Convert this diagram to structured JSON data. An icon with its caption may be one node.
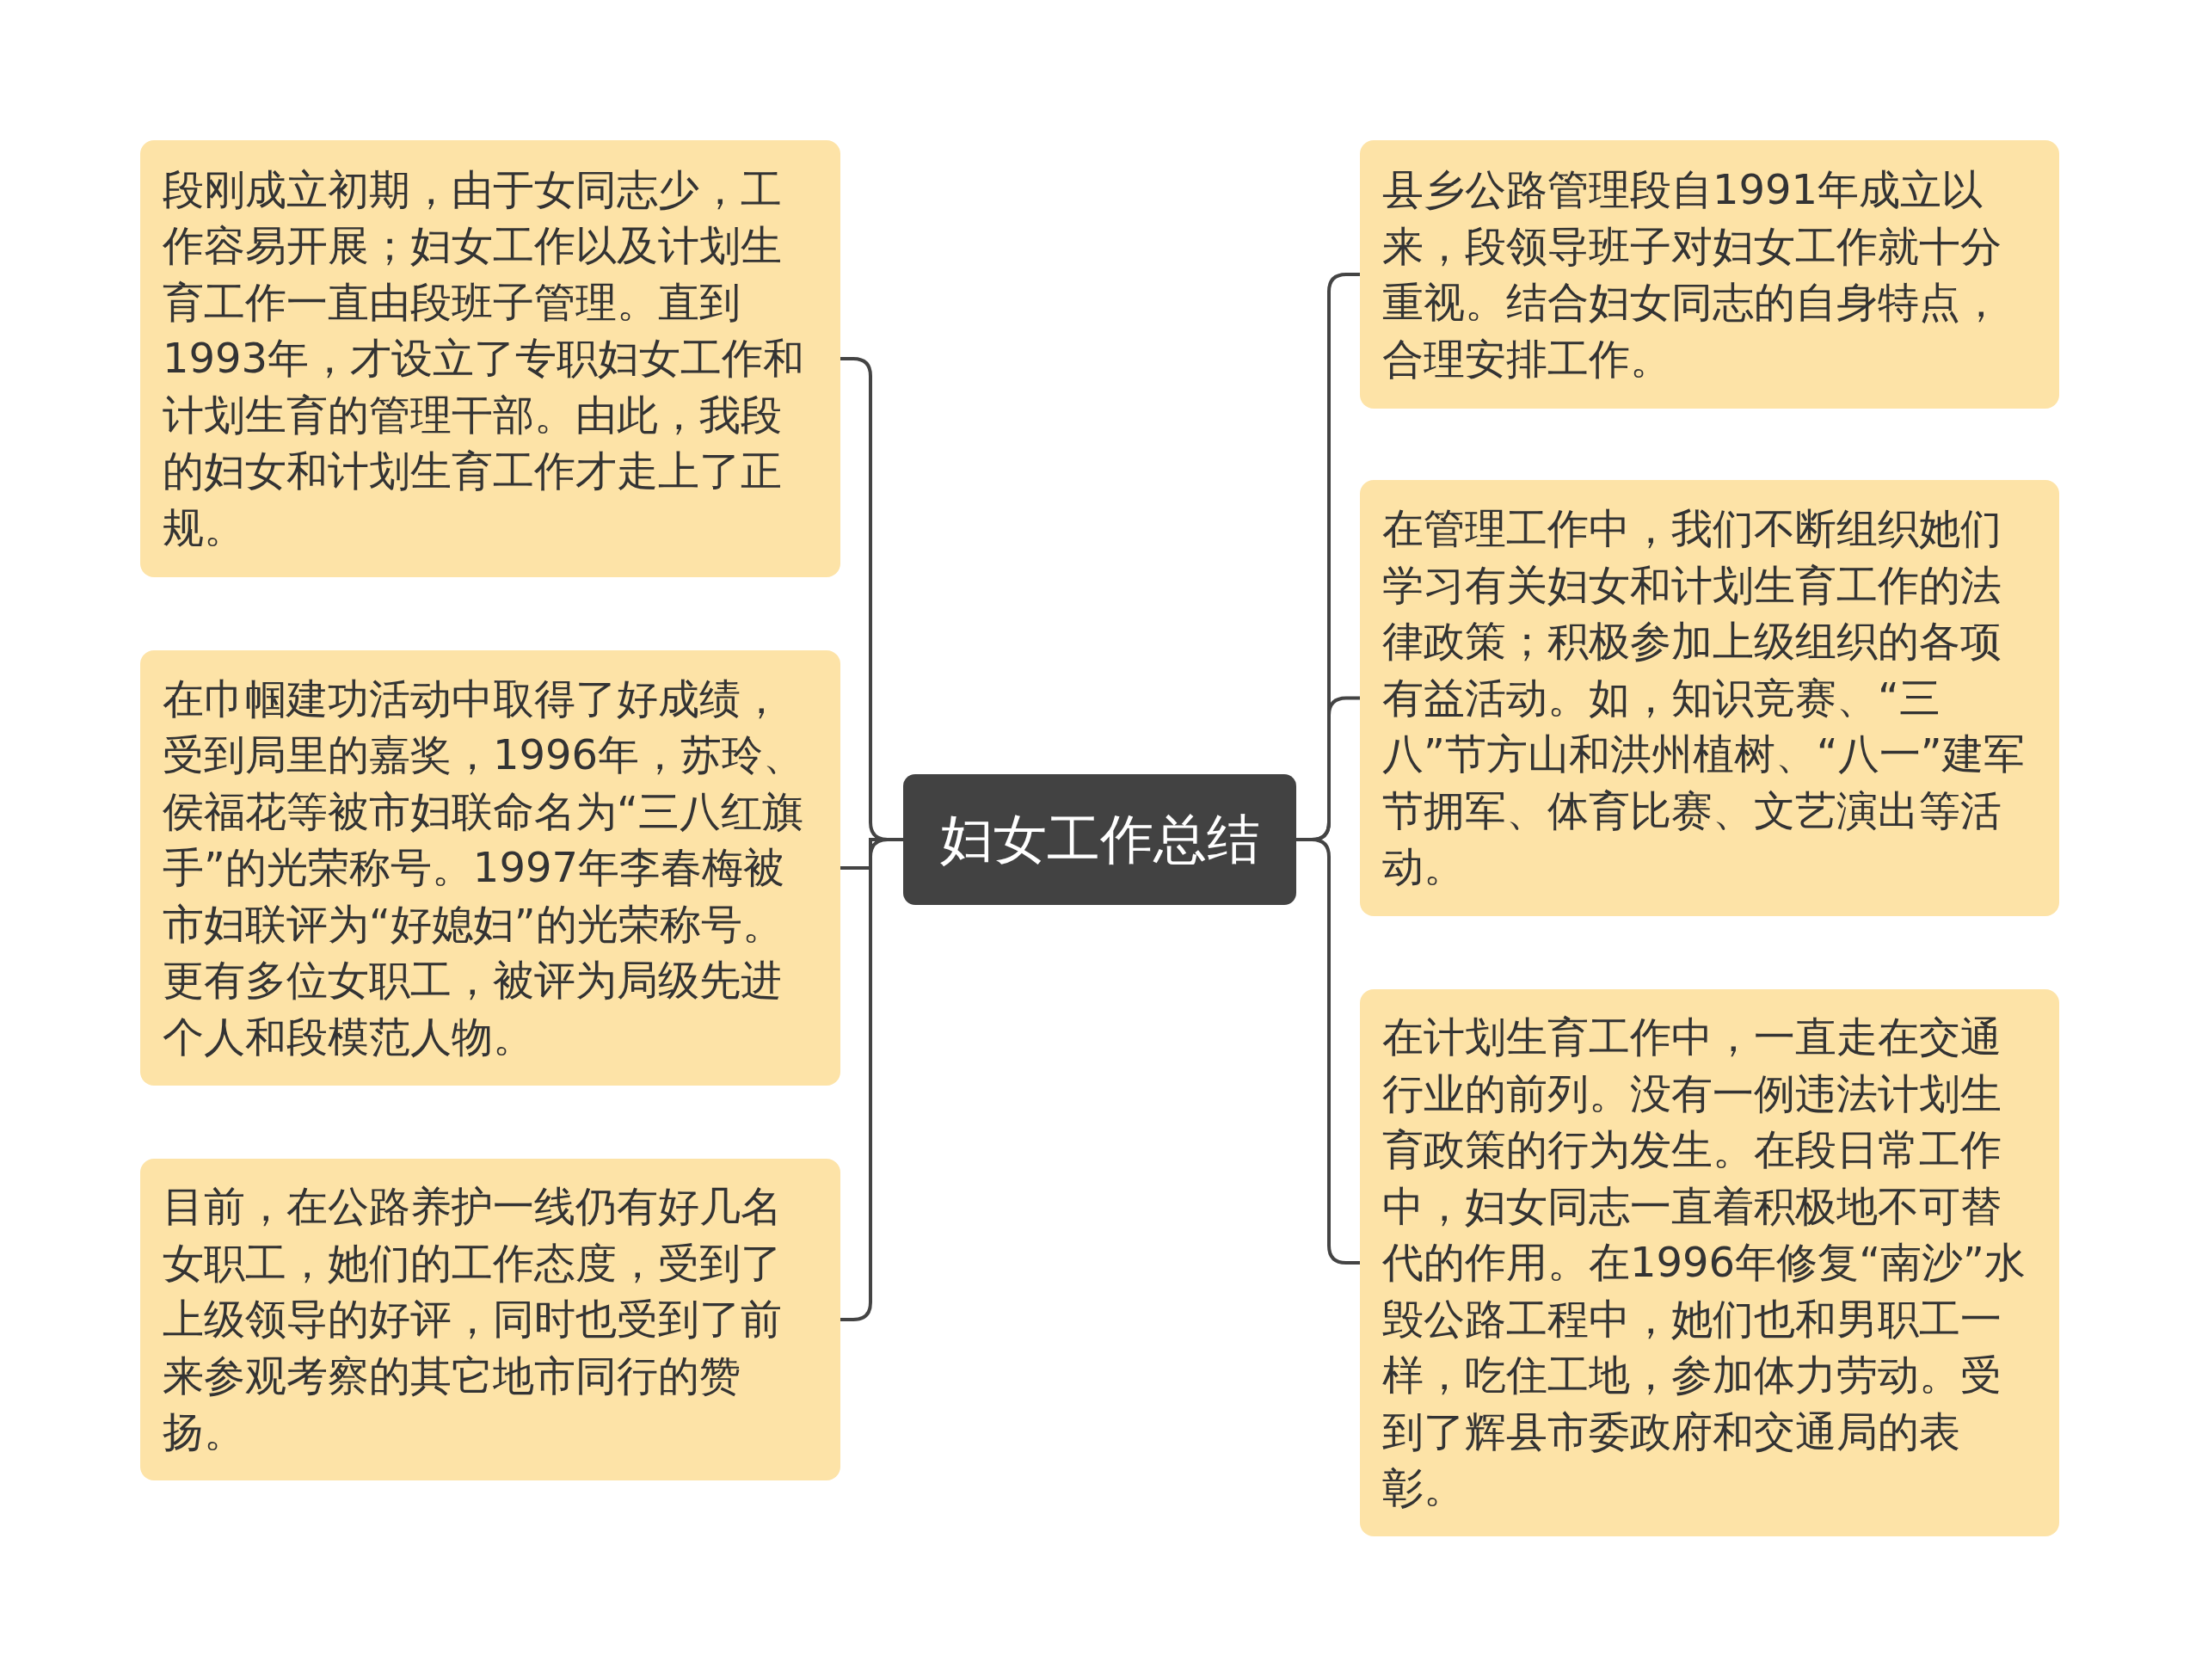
{
  "diagram": {
    "nodes": [
      {
        "text": [
          "妇女工作总结"
        ]
      },
      {
        "text": [
          "段刚成立初期，由于女同志少，工作容易开展；妇女工作以及计划生育工作一直由段班子管理。直到1993年，才设立了专职妇女工作和计划生育的管理干部。由此，我段的妇女和计划生育工作才走上了正规。"
        ]
      },
      {
        "text": [
          "在巾帼建功活动中取得了好成绩，受到局里的嘉奖，1996年，苏玲、侯福花等被市妇联命名为“三八红旗手”的光荣称号。1997年李春梅被市妇联评为“好媳妇”的光荣称号。更有多位女职工，被评为局级先进个人和段模范人物。"
        ]
      },
      {
        "text": [
          "目前，在公路养护一线仍有好几名女职工，她们的工作态度，受到了上级领导的好评，同时也受到了前来参观考察的其它地市同行的赞扬。"
        ]
      },
      {
        "text": [
          "县乡公路管理段自1991年成立以来，段领导班子对妇女工作就十分重视。结合妇女同志的自身特点，合理安排工作。"
        ]
      },
      {
        "text": [
          "在管理工作中，我们不断组织她们学习有关妇女和计划生育工作的法律政策；积极参加上级组织的各项有益活动。如，知识竞赛、“三八”节方山和洪州植树、“八一”建军节拥军、体育比赛、文艺演出等活动。"
        ]
      },
      {
        "text": [
          "在计划生育工作中，一直走在交通行业的前列。没有一例违法计划生育政策的行为发生。在段日常工作中，妇女同志一直着积极地不可替代的作用。在1996年修复“南沙”水毁公路工程中，她们也和男职工一样，吃住工地，参加体力劳动。受到了辉县市委政府和交通局的表彰。"
        ]
      }
    ],
    "edges": [
      {
        "from": 0,
        "to": 1,
        "arrow": "none"
      },
      {
        "from": 0,
        "to": 2,
        "arrow": "none"
      },
      {
        "from": 0,
        "to": 3,
        "arrow": "none"
      },
      {
        "from": 0,
        "to": 4,
        "arrow": "none"
      },
      {
        "from": 0,
        "to": 5,
        "arrow": "none"
      },
      {
        "from": 0,
        "to": 6,
        "arrow": "none"
      }
    ]
  }
}
